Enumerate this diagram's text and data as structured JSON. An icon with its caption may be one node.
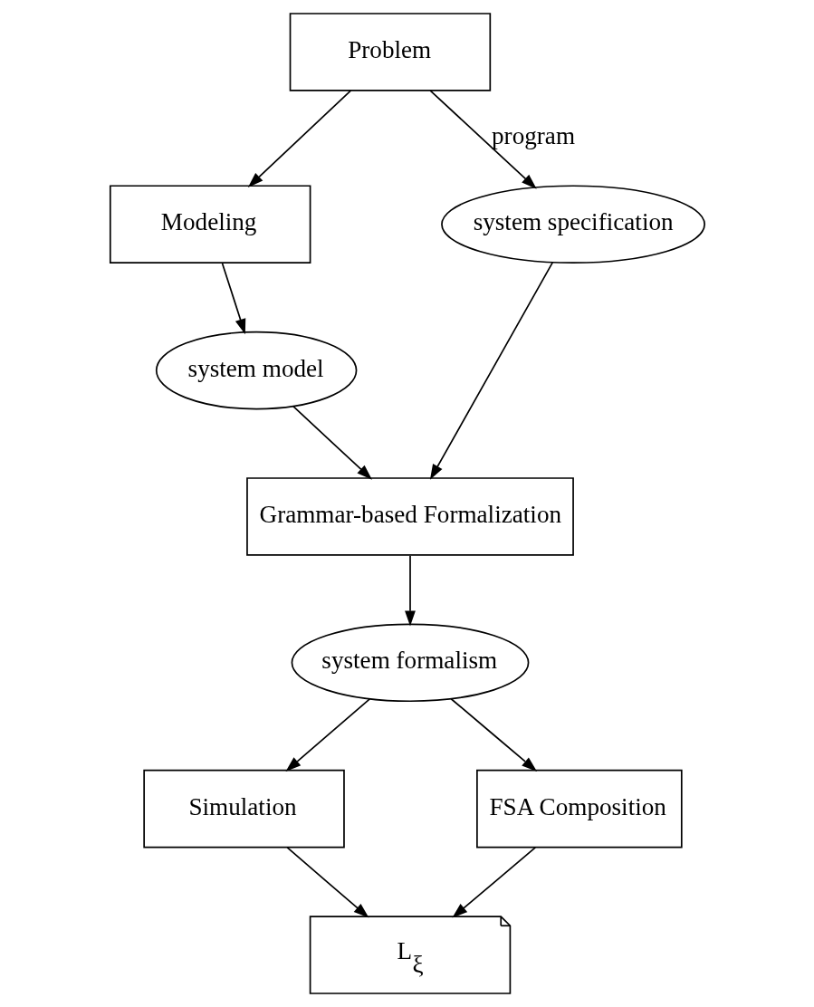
{
  "diagram": {
    "nodes": [
      {
        "text": [
          "Problem"
        ]
      },
      {
        "text": [
          "Modeling"
        ]
      },
      {
        "text": [
          "system model"
        ]
      },
      {
        "text": [
          "system specification"
        ]
      },
      {
        "text": [
          "Grammar-based Formalization"
        ]
      },
      {
        "text": [
          "system formalism"
        ]
      },
      {
        "text": [
          "Simulation"
        ]
      },
      {
        "text": [
          "FSA Composition"
        ]
      },
      {
        "text": [
          "L$_{ξ}$"
        ]
      }
    ],
    "edges": [
      {
        "from": 0,
        "to": 1,
        "arrow": "to"
      },
      {
        "from": 0,
        "to": 3,
        "arrow": "to",
        "label": "program"
      },
      {
        "from": 1,
        "to": 2,
        "arrow": "to"
      },
      {
        "from": 2,
        "to": 4,
        "arrow": "to"
      },
      {
        "from": 3,
        "to": 4,
        "arrow": "to"
      },
      {
        "from": 4,
        "to": 5,
        "arrow": "to"
      },
      {
        "from": 5,
        "to": 6,
        "arrow": "to"
      },
      {
        "from": 5,
        "to": 7,
        "arrow": "to"
      },
      {
        "from": 6,
        "to": 8,
        "arrow": "to"
      },
      {
        "from": 7,
        "to": 8,
        "arrow": "to"
      }
    ]
  }
}
